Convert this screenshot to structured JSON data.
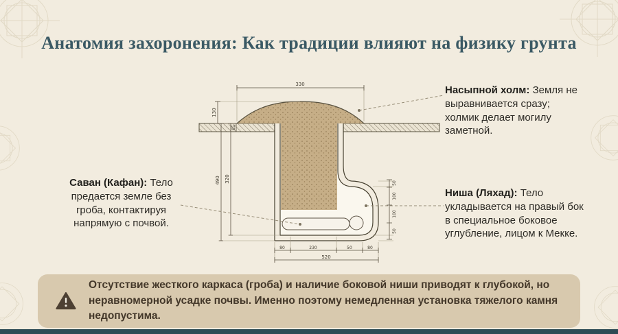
{
  "title": "Анатомия захоронения: Как традиции влияют на физику грунта",
  "callouts": {
    "mound": {
      "term": "Насыпной холм:",
      "body": "Земля не выравнивается сразу; холмик делает могилу заметной."
    },
    "shroud": {
      "term": "Саван (Кафан):",
      "body": "Тело предается земле без гроба, контактируя напрямую с почвой."
    },
    "niche": {
      "term": "Ниша (Ляхад):",
      "body": "Тело укладывается на правый бок в специальное боковое углубление, лицом к Мекке."
    }
  },
  "diagram": {
    "dimensions": {
      "top_width": "330",
      "mound_height": "130",
      "topsoil_depth": "85",
      "depth_total": "490",
      "depth_shaft": "320",
      "floor_left": "80",
      "floor_body": "230",
      "floor_gap": "50",
      "floor_niche": "80",
      "floor_total": "520",
      "niche_heights": [
        "50",
        "100",
        "100",
        "50"
      ]
    }
  },
  "warning": {
    "text": "Отсутствие жесткого каркаса (гроба) и наличие боковой ниши приводят к глубокой, но неравномерной усадке почвы. Именно поэтому немедленная установка тяжелого камня недопустима."
  },
  "colors": {
    "background": "#f2ecdf",
    "title": "#3a5964",
    "soil": "#c6ae87",
    "outline": "#57503e",
    "banner_bg": "#d8c9ae",
    "banner_text": "#44382a",
    "footer_bar": "#2d4b55"
  }
}
